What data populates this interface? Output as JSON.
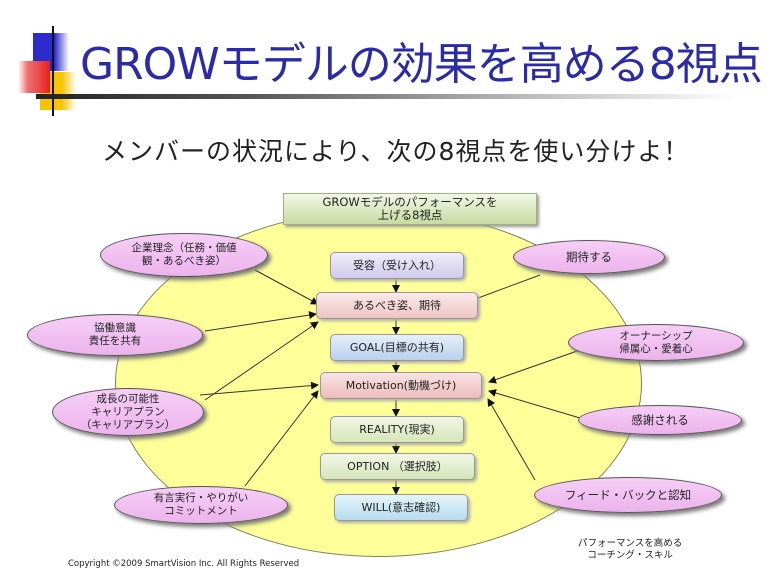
{
  "header": {
    "title": "GROWモデルの効果を高める8視点",
    "subtitle": "メンバーの状況により、次の8視点を使い分けよ！"
  },
  "diagram": {
    "header_box": {
      "line1": "GROWモデルのパフォーマンスを",
      "line2": "上げる8視点"
    },
    "flow_steps": [
      {
        "label": "受容（受け入れ）",
        "color": "#d9d6f0"
      },
      {
        "label": "あるべき姿、期待",
        "color": "#f4d6d6"
      },
      {
        "label": "GOAL(目標の共有)",
        "color": "#c7dbf1"
      },
      {
        "label": "Motivation(動機づけ)",
        "color": "#f2cccc"
      },
      {
        "label": "REALITY(現実)",
        "color": "#e1ecc9"
      },
      {
        "label": "OPTION （選択肢）",
        "color": "#e1ecc9"
      },
      {
        "label": "WILL(意志確認)",
        "color": "#c6e6f2"
      }
    ],
    "left_factors": [
      {
        "line1": "企業理念（任務・価値",
        "line2": "観・あるべき姿）"
      },
      {
        "line1": "協働意識",
        "line2": "責任を共有"
      },
      {
        "line1": "成長の可能性",
        "line2": "キャリアプラン",
        "line3": "（キャリアプラン）"
      },
      {
        "line1": "有言実行・やりがい",
        "line2": "コミットメント"
      }
    ],
    "right_factors": [
      {
        "line1": "期待する"
      },
      {
        "line1": "オーナーシップ",
        "line2": "帰属心・愛着心"
      },
      {
        "line1": "感謝される"
      },
      {
        "line1": "フィード・バックと認知"
      }
    ],
    "caption": {
      "line1": "パフォーマンスを高める",
      "line2": "コーチング・スキル"
    },
    "colors": {
      "background_ellipse": "#ffff99",
      "oval_fill": "#f2c4f2",
      "title_color": "#2b2ba8"
    }
  },
  "footer": {
    "copyright": "Copyright ©2009  SmartVision Inc. All Rights Reserved"
  }
}
